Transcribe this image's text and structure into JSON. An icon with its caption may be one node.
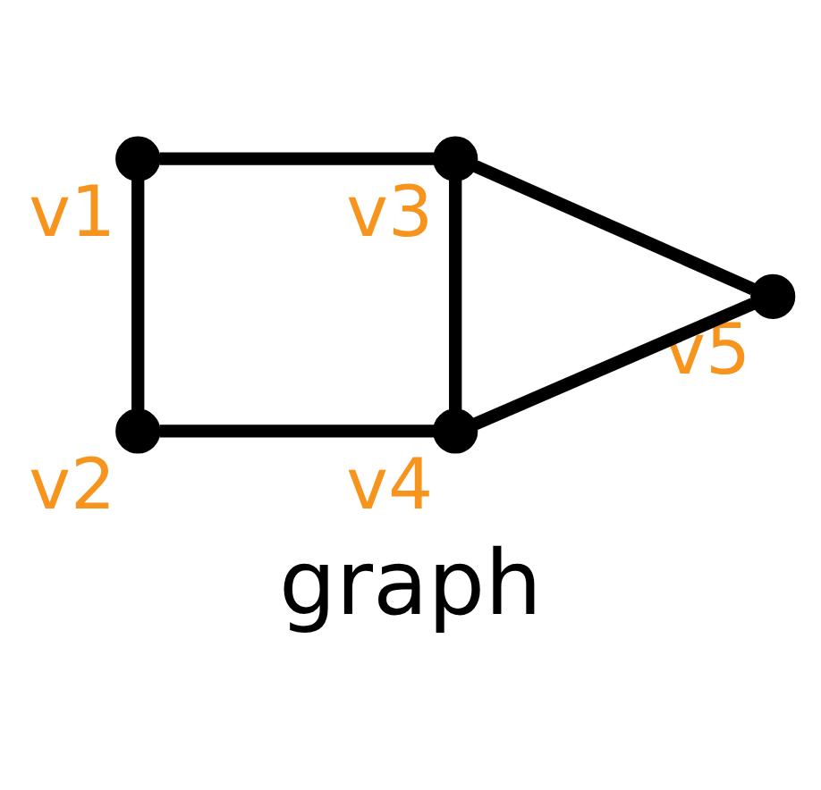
{
  "diagram": {
    "caption": "graph",
    "nodes": [
      {
        "text": [],
        "shape": "circle",
        "beside": [
          "v1"
        ]
      },
      {
        "text": [],
        "shape": "circle",
        "beside": [
          "v2"
        ]
      },
      {
        "text": [],
        "shape": "circle",
        "beside": [
          "v3"
        ]
      },
      {
        "text": [],
        "shape": "circle",
        "beside": [
          "v4"
        ]
      },
      {
        "text": [],
        "shape": "circle",
        "beside": [
          "v5"
        ]
      }
    ],
    "edges": [
      {
        "from": 0,
        "to": 2,
        "arrow": "none"
      },
      {
        "from": 0,
        "to": 1,
        "arrow": "none"
      },
      {
        "from": 1,
        "to": 3,
        "arrow": "none"
      },
      {
        "from": 2,
        "to": 3,
        "arrow": "none"
      },
      {
        "from": 2,
        "to": 4,
        "arrow": "none"
      },
      {
        "from": 3,
        "to": 4,
        "arrow": "none"
      }
    ]
  }
}
